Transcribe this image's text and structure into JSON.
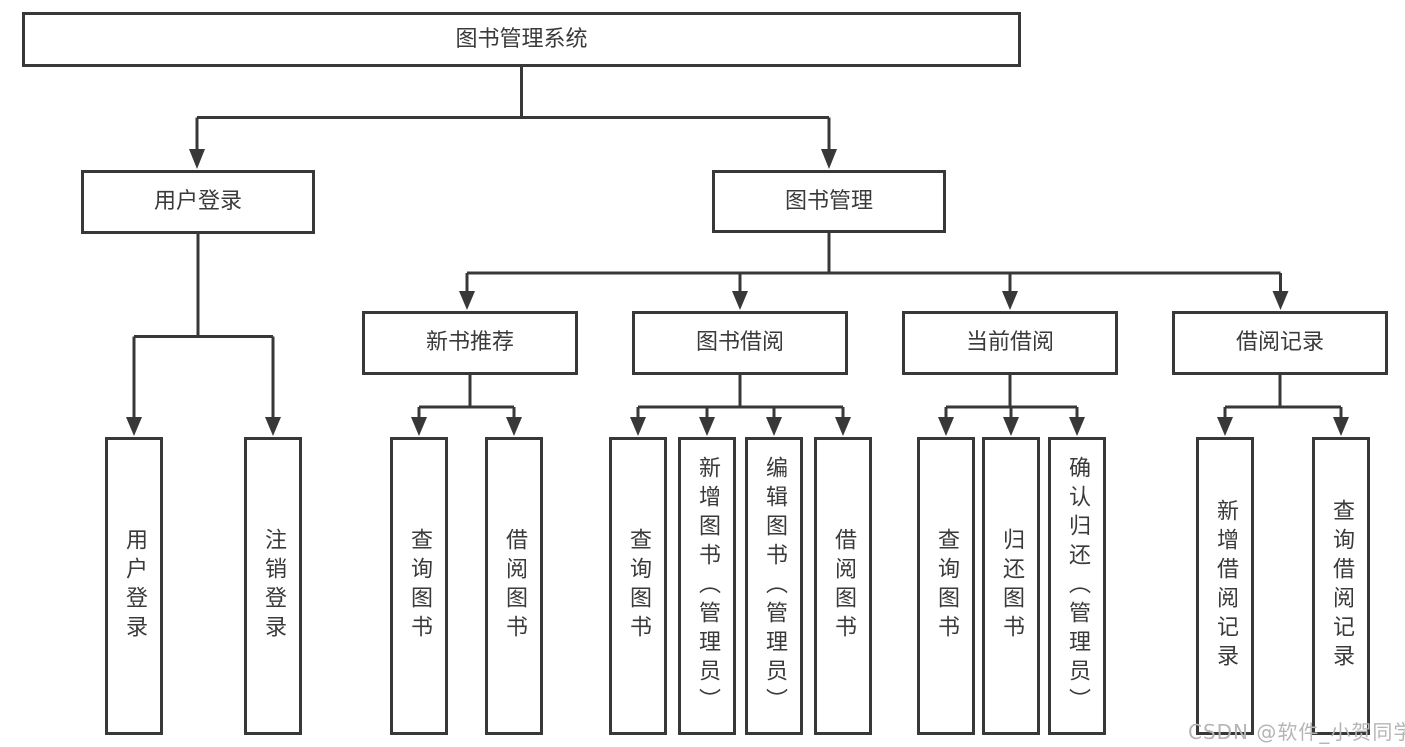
{
  "diagram": {
    "title_node": "图书管理系统",
    "nodes": {
      "root": "图书管理系统",
      "userLogin": "用户登录",
      "bookMgmt": "图书管理",
      "newBookRec": "新书推荐",
      "bookBorrow": "图书借阅",
      "currentBorrow": "当前借阅",
      "borrowRecords": "借阅记录"
    },
    "leaves": {
      "userLogin": "用户登录",
      "logout": "注销登录",
      "nbQuery": "查询图书",
      "nbBorrow": "借阅图书",
      "bbQuery": "查询图书",
      "bbAdd": "新增图书（管理员）",
      "bbEdit": "编辑图书（管理员）",
      "bbBorrow": "借阅图书",
      "cbQuery": "查询图书",
      "cbReturn": "归还图书",
      "cbConfirm": "确认归还（管理员）",
      "brAdd": "新增借阅记录",
      "brQuery": "查询借阅记录"
    }
  },
  "watermark": {
    "text": "CSDN @软件_小贺同学"
  },
  "colors": {
    "line": "#383838",
    "border": "#383838",
    "text": "#3a3a3a",
    "watermark": "#b5b5b5",
    "background": "#ffffff"
  }
}
